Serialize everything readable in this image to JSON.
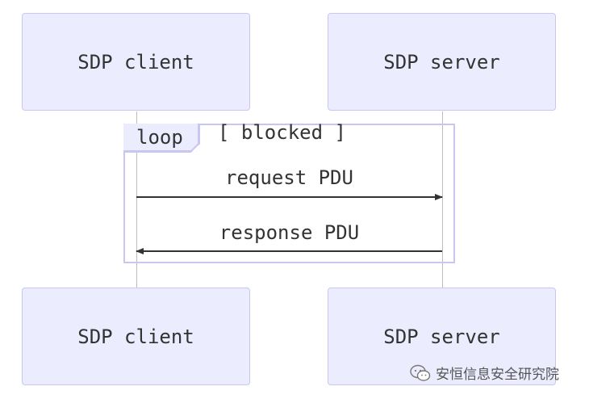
{
  "actors": {
    "client": "SDP client",
    "server": "SDP server"
  },
  "loop": {
    "keyword": "loop",
    "condition": "[ blocked ]"
  },
  "messages": [
    {
      "label": "request PDU",
      "from": "SDP client",
      "to": "SDP server"
    },
    {
      "label": "response PDU",
      "from": "SDP server",
      "to": "SDP client"
    }
  ],
  "watermark": {
    "text": "安恒信息安全研究院"
  },
  "colors": {
    "actor_fill": "#ececff",
    "actor_border": "#c9c6f2",
    "lifeline": "#bdbdbd",
    "arrow": "#333333",
    "text": "#333333"
  }
}
